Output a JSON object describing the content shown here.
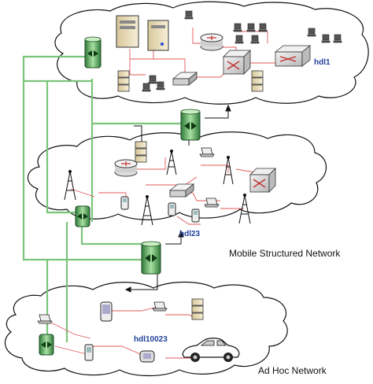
{
  "labels": {
    "cloud1_node": "hdl1",
    "cloud2_node": "hdl23",
    "cloud3_node": "hdl10023",
    "mobile_network": "Mobile Structured Network",
    "adhoc_network": "Ad Hoc Network"
  },
  "colors": {
    "backbone": "#7cc47a",
    "link": "#e05a5a",
    "cloud_stroke": "#111111",
    "label_blue": "#1f3f9a"
  }
}
